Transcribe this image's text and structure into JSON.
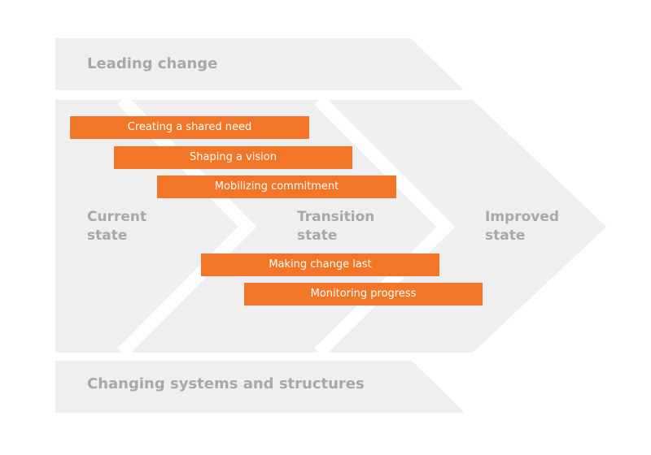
{
  "bands": {
    "top": "Leading change",
    "bottom": "Changing systems and structures"
  },
  "states": [
    {
      "line1": "Current",
      "line2": "state"
    },
    {
      "line1": "Transition",
      "line2": "state"
    },
    {
      "line1": "Improved",
      "line2": "state"
    }
  ],
  "activities": [
    "Creating a shared need",
    "Shaping a vision",
    "Mobilizing commitment",
    "Making change last",
    "Monitoring progress"
  ],
  "colors": {
    "chevron_fill": "#efefef",
    "separator": "#ffffff",
    "label_text": "#a8a8a8",
    "bar_fill": "#f37628",
    "bar_text": "#ffffff"
  }
}
